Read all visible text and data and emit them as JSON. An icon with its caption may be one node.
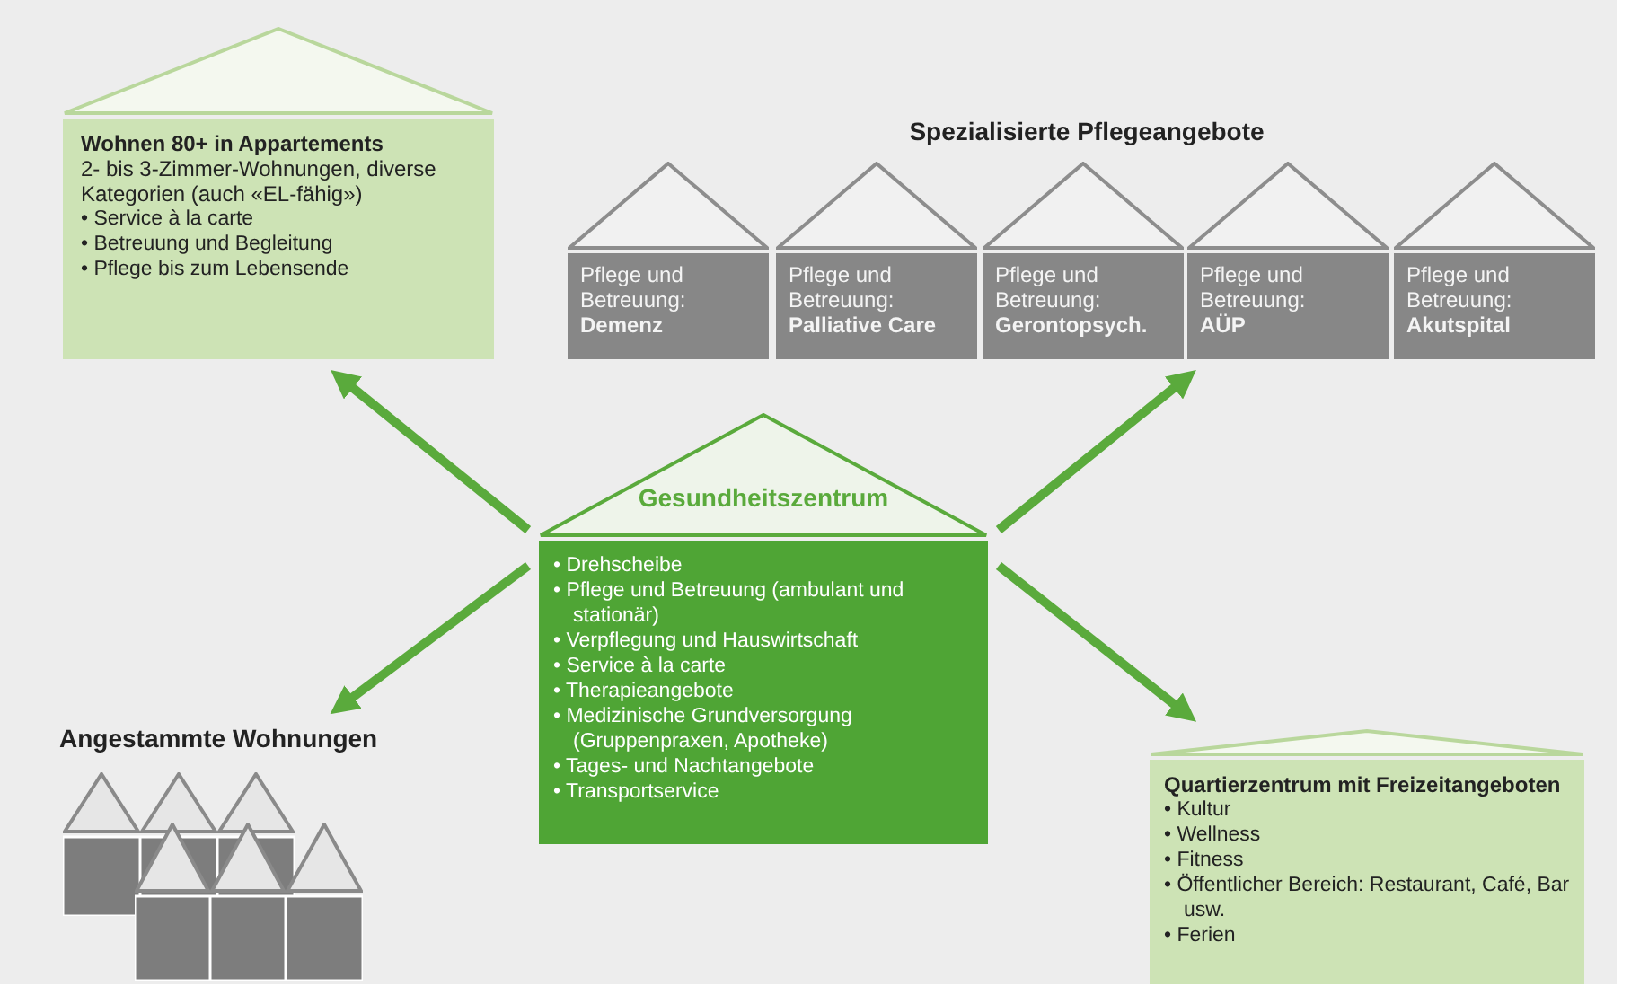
{
  "diagram": {
    "nodes": [
      {
        "text": [
          "Wohnen 80+ in Appartements",
          "2- bis 3-Zimmer-Wohnungen, diverse Kategorien (auch «EL-fähig»)",
          "• Service à la carte",
          "• Betreuung und Begleitung",
          "• Pflege bis zum Lebensende"
        ]
      },
      {
        "text": [
          "Spezialisierte Pflegeangebote"
        ]
      },
      {
        "text": [
          "Pflege und Betreuung:",
          "Demenz"
        ],
        "in": 1
      },
      {
        "text": [
          "Pflege und Betreuung:",
          "Palliative Care"
        ],
        "in": 1
      },
      {
        "text": [
          "Pflege und Betreuung:",
          "Gerontopsych."
        ],
        "in": 1
      },
      {
        "text": [
          "Pflege und Betreuung:",
          "AÜP"
        ],
        "in": 1
      },
      {
        "text": [
          "Pflege und Betreuung:",
          "Akutspital"
        ],
        "in": 1
      },
      {
        "text": [
          "Gesundheitszentrum",
          "• Drehscheibe",
          "• Pflege und Betreuung (ambulant und stationär)",
          "• Verpflegung und Hauswirtschaft",
          "• Service à la carte",
          "• Therapieangebote",
          "• Medizinische Grundversorgung (Gruppenpraxen, Apotheke)",
          "• Tages- und Nachtangebote",
          "• Transportservice"
        ]
      },
      {
        "text": [
          "Angestammte Wohnungen"
        ]
      },
      {
        "text": [],
        "shape": "house",
        "in": 8
      },
      {
        "text": [],
        "shape": "house",
        "in": 8
      },
      {
        "text": [],
        "shape": "house",
        "in": 8
      },
      {
        "text": [],
        "shape": "house",
        "in": 8
      },
      {
        "text": [],
        "shape": "house",
        "in": 8
      },
      {
        "text": [],
        "shape": "house",
        "in": 8
      },
      {
        "text": [
          "Quartierzentrum mit Freizeitangeboten",
          "• Kultur",
          "• Wellness",
          "• Fitness",
          "• Öffentlicher Bereich: Restaurant, Café, Bar usw.",
          "• Ferien"
        ]
      }
    ],
    "edges": [
      {
        "from": 7,
        "to": 0,
        "arrow": "to"
      },
      {
        "from": 7,
        "to": 1,
        "arrow": "to"
      },
      {
        "from": 7,
        "to": 8,
        "arrow": "to"
      },
      {
        "from": 7,
        "to": 15,
        "arrow": "to"
      }
    ]
  }
}
